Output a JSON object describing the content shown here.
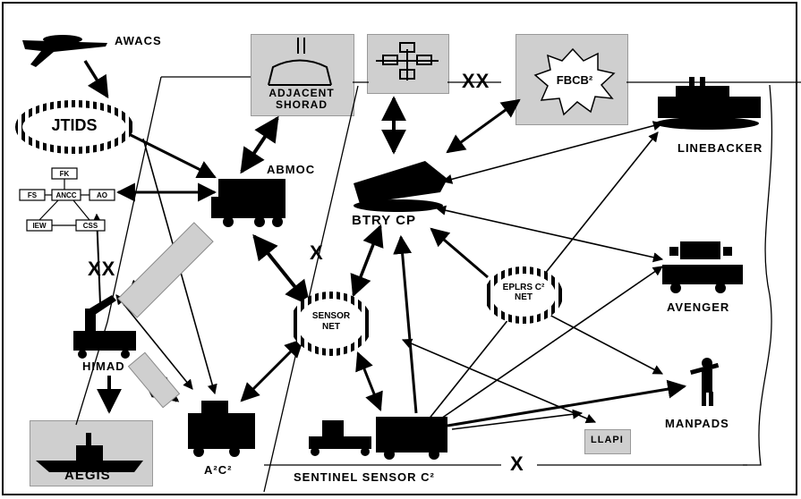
{
  "nodes": {
    "awacs": "AWACS",
    "jtids": "JTIDS",
    "adjacent_shorad": "ADJACENT SHORAD",
    "fbcb2": "FBCB²",
    "linebacker": "LINEBACKER",
    "abmoc": "ABMOC",
    "btry_cp": "BTRY CP",
    "eplrs": "EPLRS C² NET",
    "sensor_net": "SENSOR NET",
    "avenger": "AVENGER",
    "himad": "HIMAD",
    "aegis": "AEGIS",
    "a2c2": "A²C²",
    "sentinel": "SENTINEL SENSOR C²",
    "manpads": "MANPADS",
    "llapi": "LLAPI"
  },
  "boundaries": {
    "xx_top": "XX",
    "xx_left": "XX",
    "x_mid": "X",
    "x_bottom": "X"
  },
  "chart_mini": {
    "top": "FK",
    "left": "FS",
    "mid": "ANCC",
    "right": "AO",
    "bl": "IEW",
    "br": "CSS"
  }
}
